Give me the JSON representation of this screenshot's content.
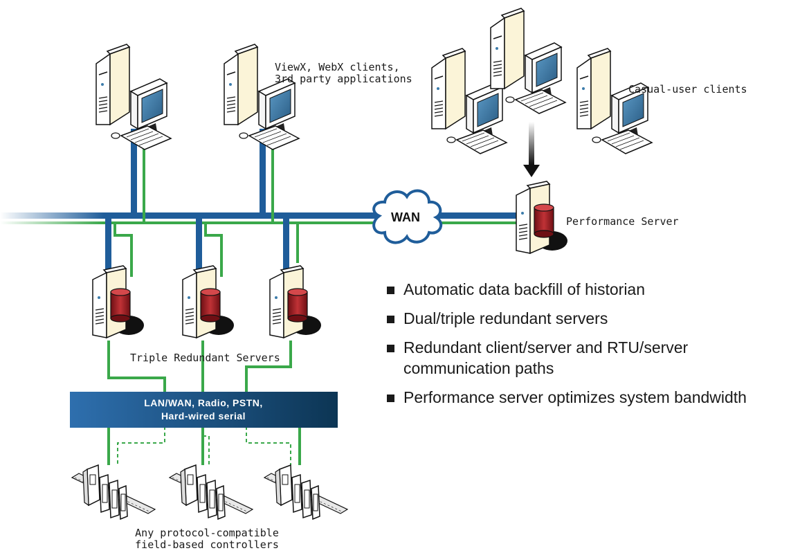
{
  "labels": {
    "viewx_clients": [
      "ViewX, WebX clients,",
      "3rd party applications"
    ],
    "casual_clients": "Casual-user clients",
    "performance_server": "Performance Server",
    "wan": "WAN",
    "triple_servers": "Triple Redundant Servers",
    "network_box": [
      "LAN/WAN, Radio, PSTN,",
      "Hard-wired serial"
    ],
    "controllers": [
      "Any protocol-compatible",
      "field-based controllers"
    ]
  },
  "bullets": [
    "Automatic data backfill of historian",
    "Dual/triple redundant servers",
    "Redundant client/server and RTU/server",
    "communication paths",
    "Performance server optimizes system bandwidth"
  ],
  "colors": {
    "blue_bus": "#1f5d9a",
    "green_bus": "#3aa84a",
    "box_dark": "#0c3d73",
    "box_light": "#2e6fae",
    "server_red": "#a3252a",
    "case_cream": "#fbf4d8",
    "screen": "#3d7cab"
  }
}
